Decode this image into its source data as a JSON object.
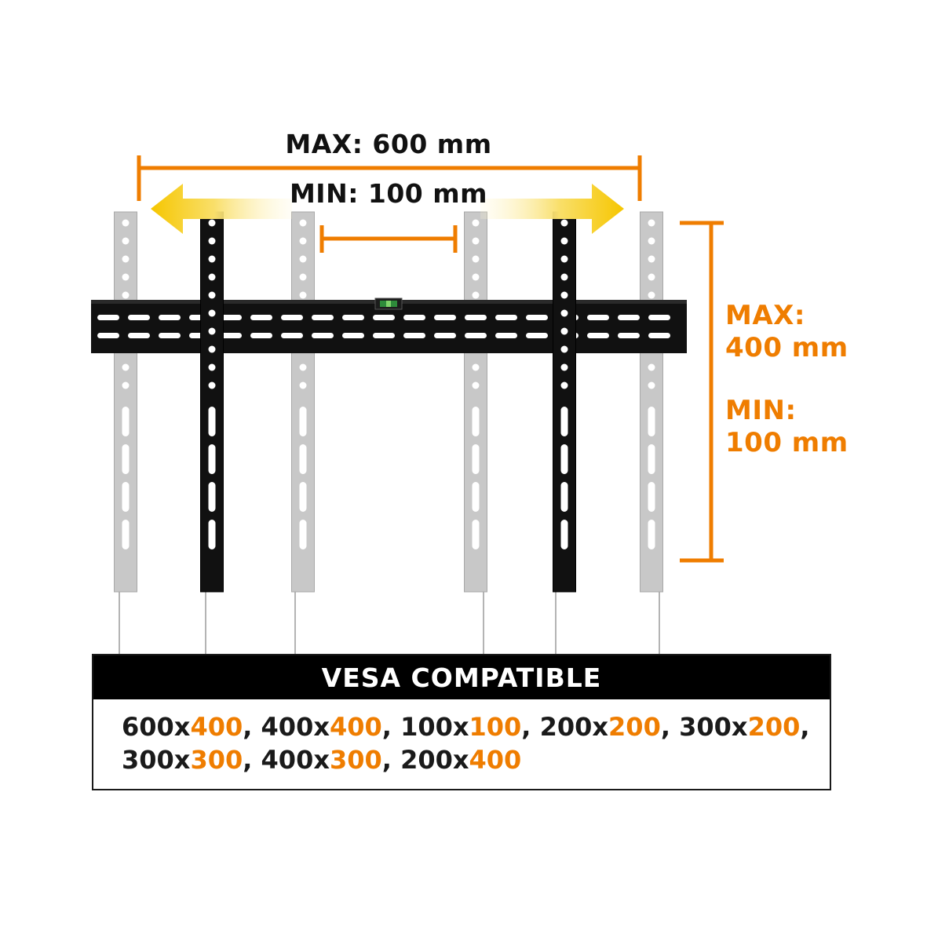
{
  "labels": {
    "width_max": "MAX: 600 mm",
    "width_min": "MIN: 100 mm",
    "height_max_line1": "MAX:",
    "height_max_line2": "400 mm",
    "height_min_line1": "MIN:",
    "height_min_line2": "100 mm"
  },
  "vesa": {
    "title": "VESA COMPATIBLE",
    "items": [
      {
        "w": "600x",
        "h": "400"
      },
      {
        "w": "400x",
        "h": "400"
      },
      {
        "w": "100x",
        "h": "100"
      },
      {
        "w": "200x",
        "h": "200"
      },
      {
        "w": "300x",
        "h": "200"
      },
      {
        "w": "300x",
        "h": "300"
      },
      {
        "w": "400x",
        "h": "300"
      },
      {
        "w": "200x",
        "h": "400"
      }
    ],
    "line_break_after": 5
  },
  "colors": {
    "accent": "#ef7d00",
    "arrow_yellow": "#f6c600",
    "black_part": "#111111",
    "gray_part": "#c8c8c8",
    "gray_part_edge": "#a8a8a8"
  }
}
